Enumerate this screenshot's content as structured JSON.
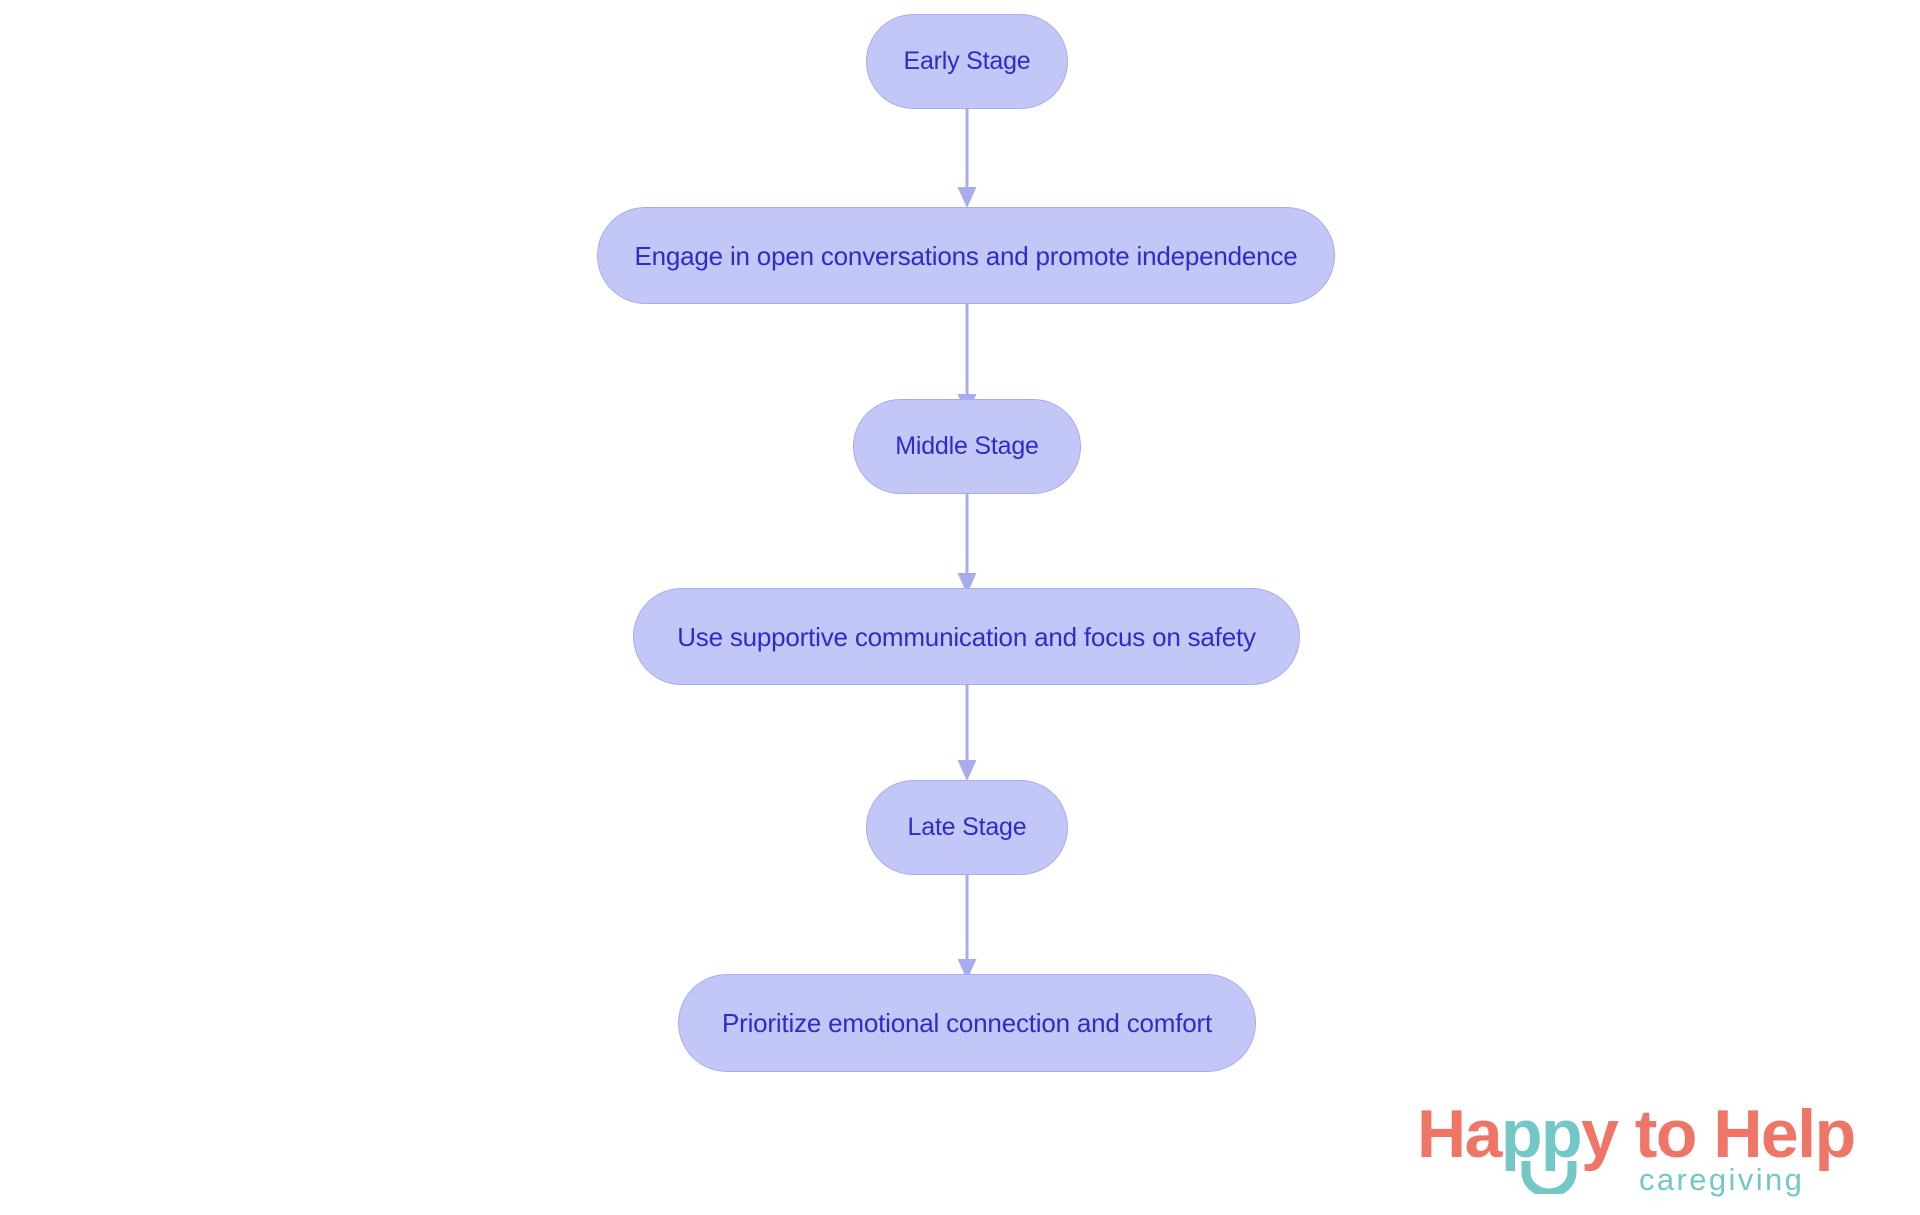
{
  "chart_data": {
    "type": "diagram",
    "diagram_kind": "flowchart",
    "orientation": "top-to-bottom",
    "title": "",
    "nodes": [
      {
        "id": "n1",
        "label": "Early Stage",
        "kind": "stage"
      },
      {
        "id": "n2",
        "label": "Engage in open conversations and promote independence",
        "kind": "action"
      },
      {
        "id": "n3",
        "label": "Middle Stage",
        "kind": "stage"
      },
      {
        "id": "n4",
        "label": "Use supportive communication and focus on safety",
        "kind": "action"
      },
      {
        "id": "n5",
        "label": "Late Stage",
        "kind": "stage"
      },
      {
        "id": "n6",
        "label": "Prioritize emotional connection and comfort",
        "kind": "action"
      }
    ],
    "edges": [
      {
        "from": "n1",
        "to": "n2",
        "label": ""
      },
      {
        "from": "n2",
        "to": "n3",
        "label": ""
      },
      {
        "from": "n3",
        "to": "n4",
        "label": ""
      },
      {
        "from": "n4",
        "to": "n5",
        "label": ""
      },
      {
        "from": "n5",
        "to": "n6",
        "label": ""
      }
    ],
    "colors": {
      "node_fill": "#c3c7f7",
      "node_stroke": "#a7acef",
      "node_text": "#2c2ccb",
      "edge": "#a7acef",
      "background": "#ffffff"
    }
  },
  "flow": {
    "node1": {
      "label": "Early Stage"
    },
    "node2": {
      "label": "Engage in open conversations and promote independence"
    },
    "node3": {
      "label": "Middle Stage"
    },
    "node4": {
      "label": "Use supportive communication and focus on safety"
    },
    "node5": {
      "label": "Late Stage"
    },
    "node6": {
      "label": "Prioritize emotional connection and comfort"
    }
  },
  "logo": {
    "word_happy_ha": "Ha",
    "word_happy_pp": "pp",
    "word_happy_y": "y",
    "word_to": " to ",
    "word_help": "Help",
    "tagline": "caregiving",
    "coral": "#ef7566",
    "teal": "#73c7c7"
  }
}
